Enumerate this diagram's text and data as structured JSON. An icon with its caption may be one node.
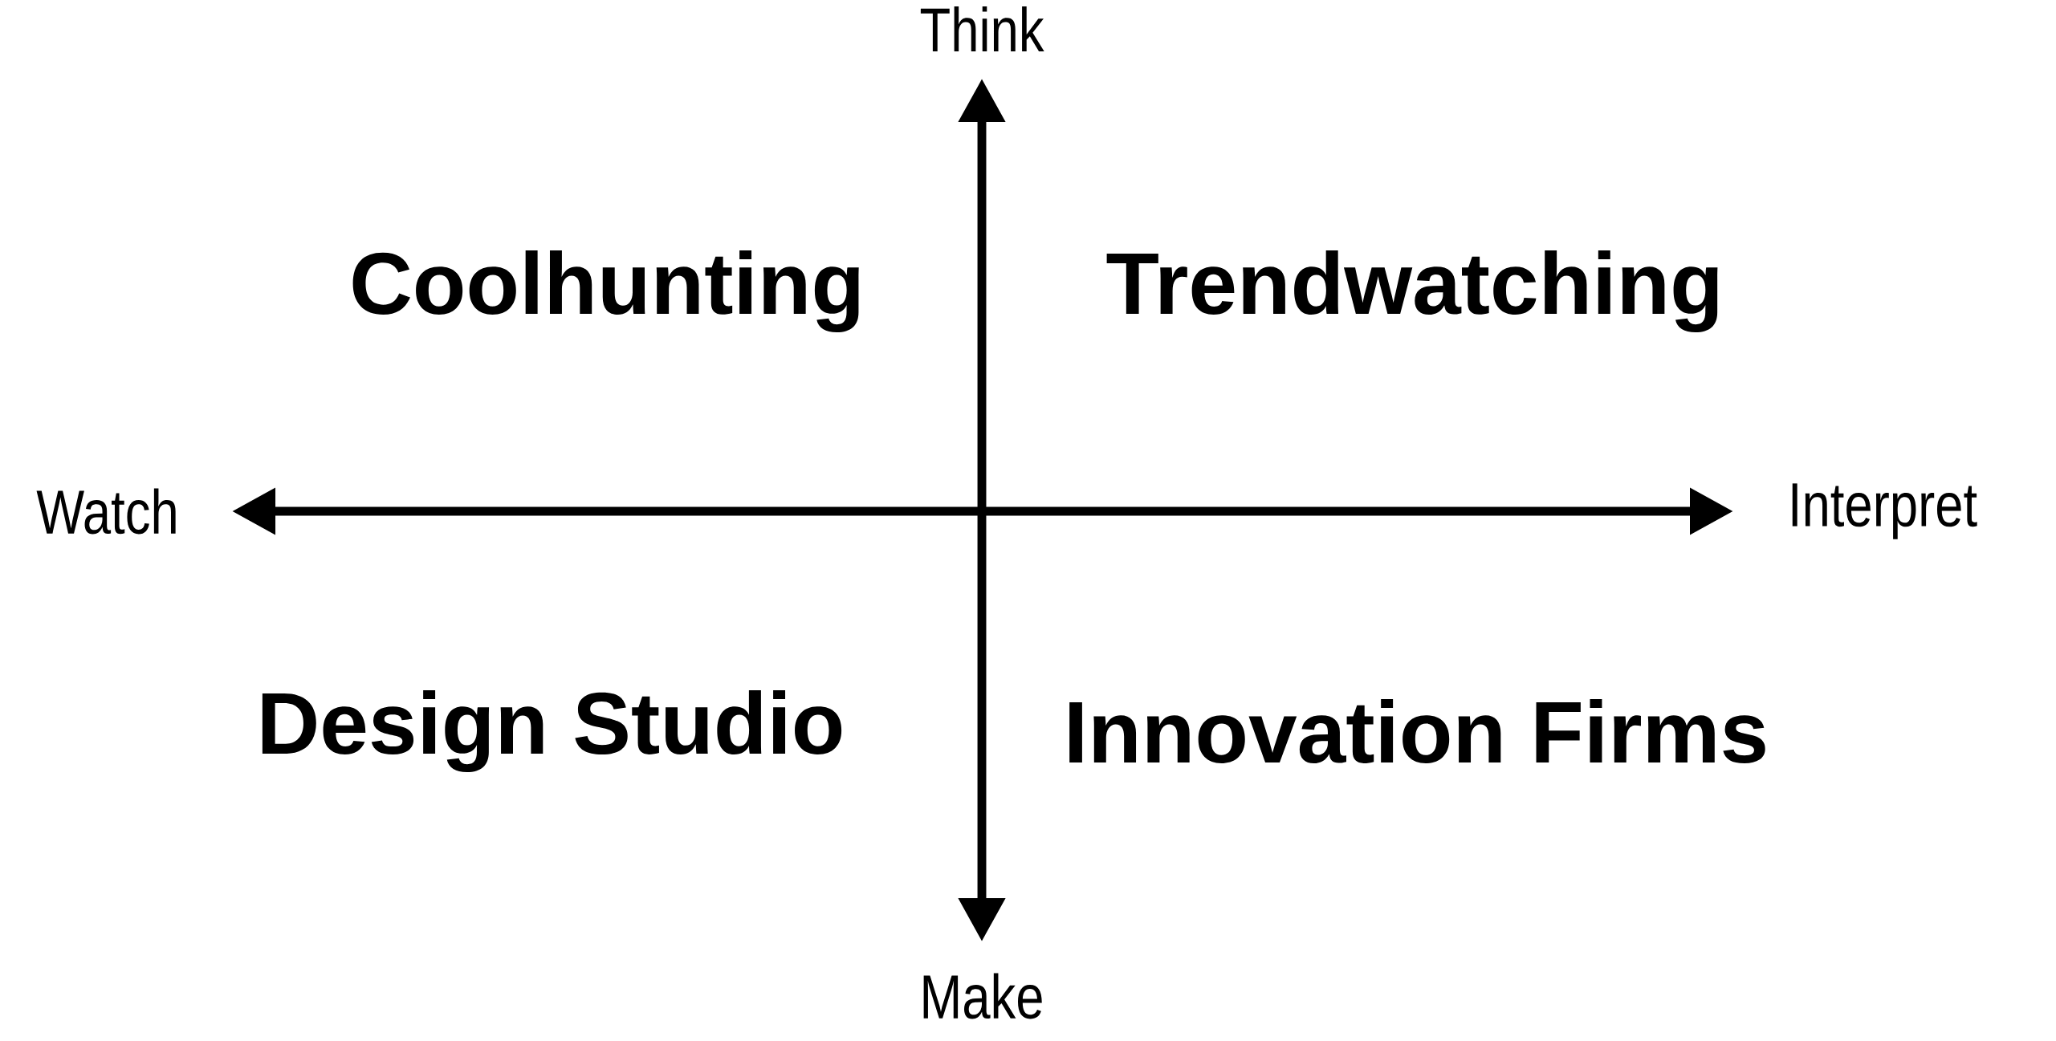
{
  "diagram": {
    "labels": [
      "Think",
      "Coolhunting",
      "Trendwatching",
      "Watch",
      "Interpret",
      "Design Studio",
      "Innovation Firms",
      "Make"
    ]
  }
}
